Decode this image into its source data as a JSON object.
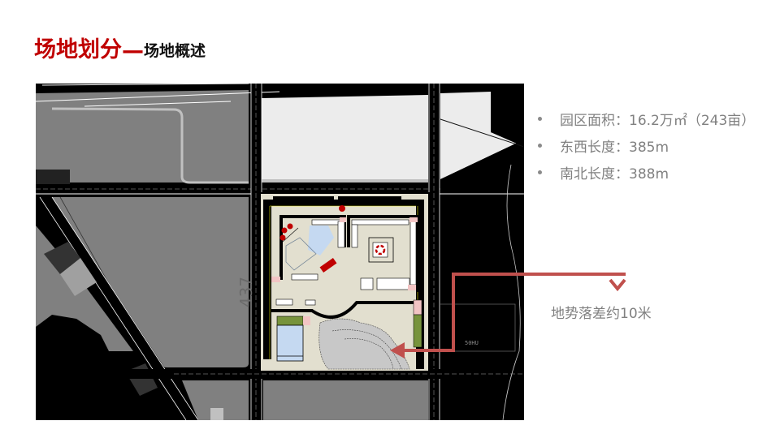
{
  "header": {
    "title_main": "场地划分",
    "title_dash": "—",
    "title_sub": "场地概述"
  },
  "site_info": {
    "bullets": [
      {
        "label": "园区面积：16.2万㎡（243亩）"
      },
      {
        "label": "东西长度：385m"
      },
      {
        "label": "南北长度：388m"
      }
    ]
  },
  "annotation": {
    "terrain_note": "地势落差约10米",
    "arrow_color": "#c0504d"
  },
  "map": {
    "plot_number": "437",
    "block_label": "50HU",
    "colors": {
      "road": "#000000",
      "parcel_gray": "#808080",
      "parcel_light": "#ececec",
      "site_base": "#e2dfcf",
      "pool": "#c5d9f1",
      "green": "#77933c",
      "pink": "#f2c4c4",
      "marker_red": "#c00000"
    }
  }
}
